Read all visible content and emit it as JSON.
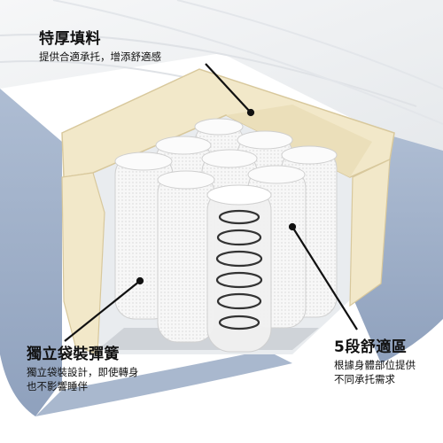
{
  "callouts": {
    "filling": {
      "title": "特厚填料",
      "desc": "提供合適承托，增添舒適感"
    },
    "springs": {
      "title": "獨立袋裝彈簧",
      "desc_line1": "獨立袋裝設計，即使轉身",
      "desc_line2": "也不影響睡伴"
    },
    "zones": {
      "title": "5段舒適區",
      "desc_line1": "根據身體部位提供",
      "desc_line2": "不同承托需求"
    }
  },
  "colors": {
    "mattress_top": "#eef0f2",
    "mattress_side": "#9fb0c9",
    "filling": "#f1e7c8",
    "pocket": "#f4f4f4",
    "spring_wire": "#3a3a3a",
    "text": "#111111"
  }
}
